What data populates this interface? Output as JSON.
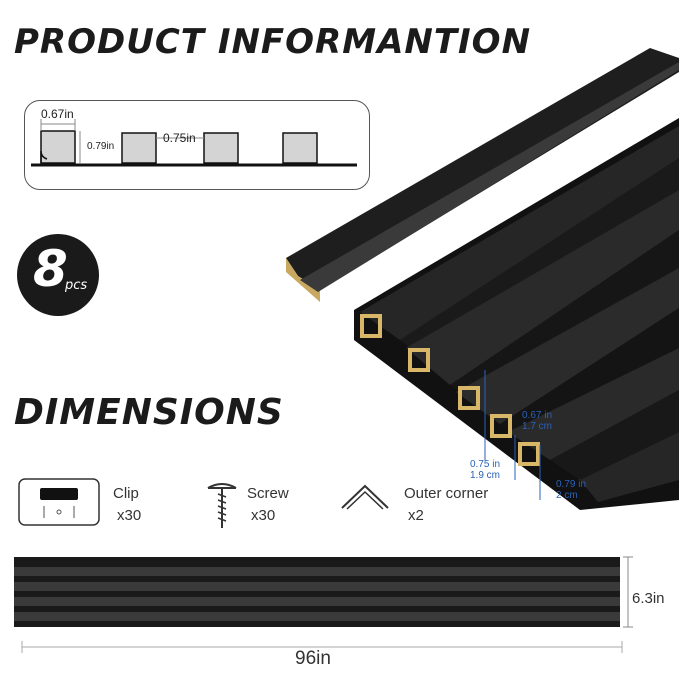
{
  "title": "PRODUCT INFORMANTION",
  "profile": {
    "dim_width": "0.67in",
    "dim_height": "0.79in",
    "dim_gap": "0.75in"
  },
  "count": {
    "number": "8",
    "unit": "pcs"
  },
  "panel_dims": {
    "width_in": "0.67 in",
    "width_cm": "1.7 cm",
    "gap_in": "0.75 in",
    "gap_cm": "1.9 cm",
    "depth_in": "0.79 in",
    "depth_cm": "2  cm"
  },
  "dimensions_title": "DIMENSIONS",
  "accessories": [
    {
      "name": "Clip",
      "qty": "x30",
      "icon": "clip-icon"
    },
    {
      "name": "Screw",
      "qty": "x30",
      "icon": "screw-icon"
    },
    {
      "name": "Outer corner",
      "qty": "x2",
      "icon": "outer-corner-icon"
    }
  ],
  "panel_length": "96in",
  "panel_height": "6.3in",
  "colors": {
    "panel": "#1c1c1c",
    "edge": "#d8b868",
    "dim_blue": "#2a62b8"
  }
}
